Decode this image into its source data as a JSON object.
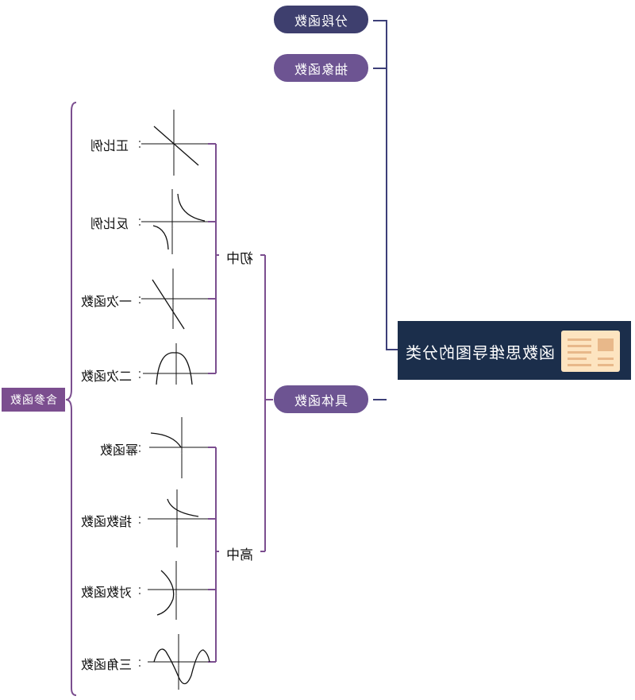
{
  "root": {
    "title": "函数思维导图的分类",
    "icon": "document-icon"
  },
  "branches": [
    {
      "label": "分段函数",
      "color": "#3e3f6e"
    },
    {
      "label": "抽象函数",
      "color": "#6d5492"
    },
    {
      "label": "具体函数",
      "color": "#6d5492"
    }
  ],
  "grades": [
    {
      "label": "初中"
    },
    {
      "label": "高中"
    }
  ],
  "functions": [
    {
      "label": "正比例",
      "graph": "proportional-line"
    },
    {
      "label": "反比例",
      "graph": "hyperbola"
    },
    {
      "label": "一次函数",
      "graph": "linear-line"
    },
    {
      "label": "二次函数",
      "graph": "parabola"
    },
    {
      "label": "幂函数",
      "graph": "power-curve"
    },
    {
      "label": "指数函数",
      "graph": "exponential-curve"
    },
    {
      "label": "对数函数",
      "graph": "logarithmic-curve"
    },
    {
      "label": "三角函数",
      "graph": "sine-wave"
    }
  ],
  "summary": {
    "label": "含参函数"
  },
  "colors": {
    "navy": "#1b2e4b",
    "purple": "#7b4e8f",
    "connector": "#3d3f78"
  }
}
